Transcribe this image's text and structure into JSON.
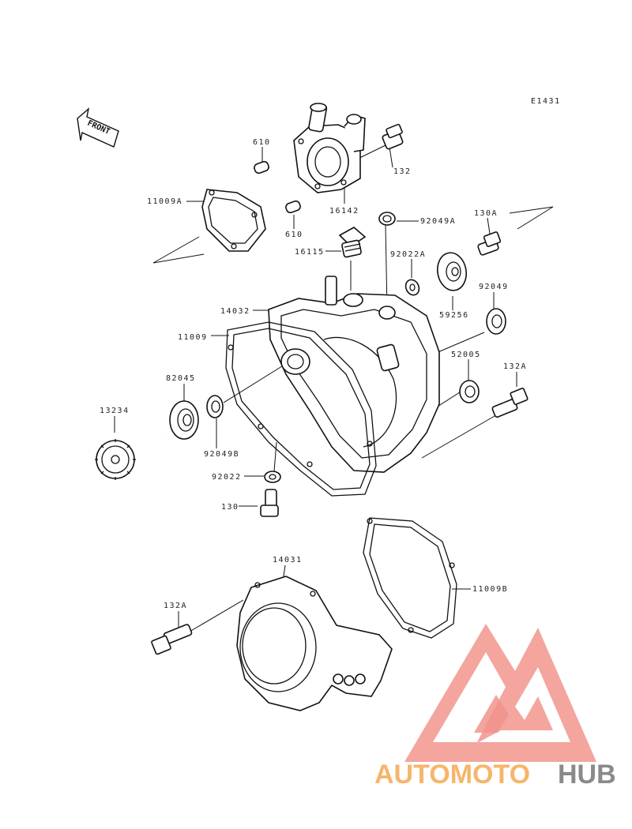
{
  "diagram": {
    "code": "E1431",
    "front_label": "FRONT",
    "parts": {
      "p13234": "13234",
      "p82045": "82045",
      "p92049B": "92049B",
      "p92022": "92022",
      "p130": "130",
      "p11009": "11009",
      "p14032": "14032",
      "p16115": "16115",
      "p11009A": "11009A",
      "p610a": "610",
      "p610b": "610",
      "p16142": "16142",
      "p132": "132",
      "p92049A": "92049A",
      "p92022A": "92022A",
      "p130A": "130A",
      "p59256": "59256",
      "p92049": "92049",
      "p52005": "52005",
      "p132A_right": "132A",
      "p14031": "14031",
      "p11009B": "11009B",
      "p132A_left": "132A"
    }
  },
  "brand": {
    "name_part1": "AUTOMOTO",
    "name_part2": "HUB",
    "color_orange": "#f6b56a",
    "color_grey": "#8a8a8a",
    "color_red": "#f08a80"
  }
}
